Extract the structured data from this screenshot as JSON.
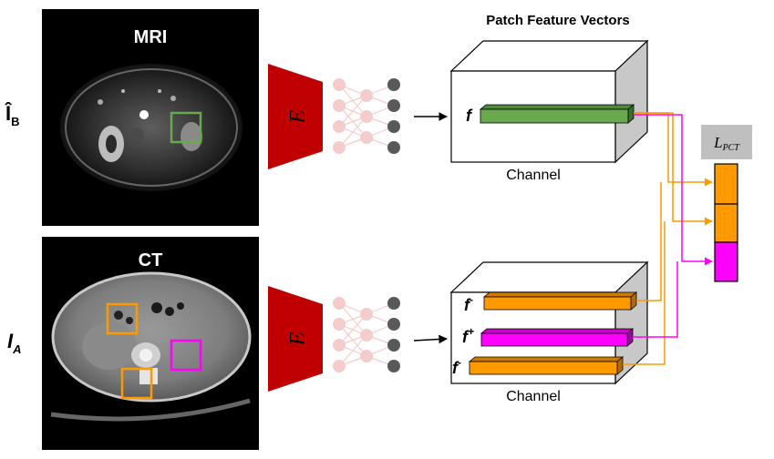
{
  "title": "Patch Feature Vectors",
  "top_branch": {
    "modality": "MRI",
    "input_label": "Î",
    "input_subscript": "B",
    "encoder_label": "E",
    "feature_label": "f",
    "axis_label": "Channel"
  },
  "bottom_branch": {
    "modality": "CT",
    "input_label": "I",
    "input_subscript": "A",
    "encoder_label": "E",
    "feature_neg_1": "f",
    "feature_neg_1_sup": "-",
    "feature_pos": "f",
    "feature_pos_sup": "+",
    "feature_neg_2": "f",
    "feature_neg_2_sup": "-",
    "axis_label": "Channel"
  },
  "loss": {
    "label": "L",
    "subscript": "PCT"
  },
  "colors": {
    "encoder": "#c00000",
    "anchor": "#6aa84f",
    "positive": "#ff00ff",
    "negative": "#ff9900",
    "node_light": "#f4cccc",
    "node_dark": "#595959",
    "loss_box": "#bfbfbf"
  }
}
